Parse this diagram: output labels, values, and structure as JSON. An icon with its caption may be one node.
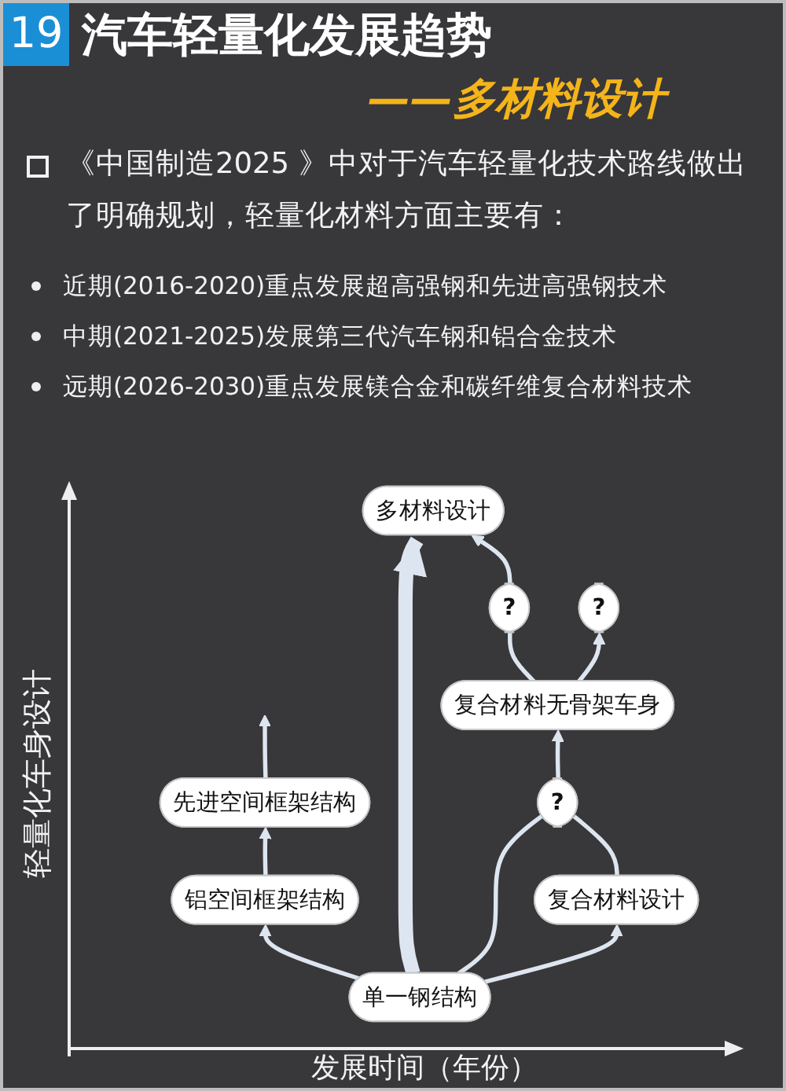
{
  "diagram": {
    "title": "汽车轻量化发展趋势",
    "nodes": [
      {
        "text": [
          "多材料设计"
        ]
      },
      {
        "text": [
          "?"
        ]
      },
      {
        "text": [
          "先进空间框架结构"
        ]
      },
      {
        "text": [
          "?"
        ]
      },
      {
        "text": [
          "复合材料无骨架车身"
        ]
      },
      {
        "text": [
          "铝空间框架结构"
        ]
      },
      {
        "text": [
          "?"
        ]
      },
      {
        "text": [
          "复合材料设计"
        ]
      },
      {
        "text": [
          "单一钢结构"
        ]
      }
    ],
    "edges": [
      {
        "from": 8,
        "to": 5,
        "arrow": "to"
      },
      {
        "from": 5,
        "to": 2,
        "arrow": "to"
      },
      {
        "from": 2,
        "to": null,
        "arrow": "to"
      },
      {
        "from": 8,
        "to": 0,
        "arrow": "to",
        "style": "thick"
      },
      {
        "from": 8,
        "to": 6,
        "arrow": "none"
      },
      {
        "from": 8,
        "to": 7,
        "arrow": "to"
      },
      {
        "from": 7,
        "to": 6,
        "arrow": "none"
      },
      {
        "from": 6,
        "to": 4,
        "arrow": "to"
      },
      {
        "from": 4,
        "to": 3,
        "arrow": "none"
      },
      {
        "from": 3,
        "to": 0,
        "arrow": "to"
      },
      {
        "from": 4,
        "to": 1,
        "arrow": "to"
      }
    ],
    "labels": [
      "19",
      "——多材料设计",
      "《中国制造2025 》中对于汽车轻量化技术路线做出了明确规划，轻量化材料方面主要有：",
      "近期(2016-2020)重点发展超高强钢和先进高强钢技术",
      "中期(2021-2025)发展第三代汽车钢和铝合金技术",
      "远期(2026-2030)重点发展镁合金和碳纤维复合材料技术",
      "轻量化车身设计",
      "发展时间（年份）"
    ]
  }
}
